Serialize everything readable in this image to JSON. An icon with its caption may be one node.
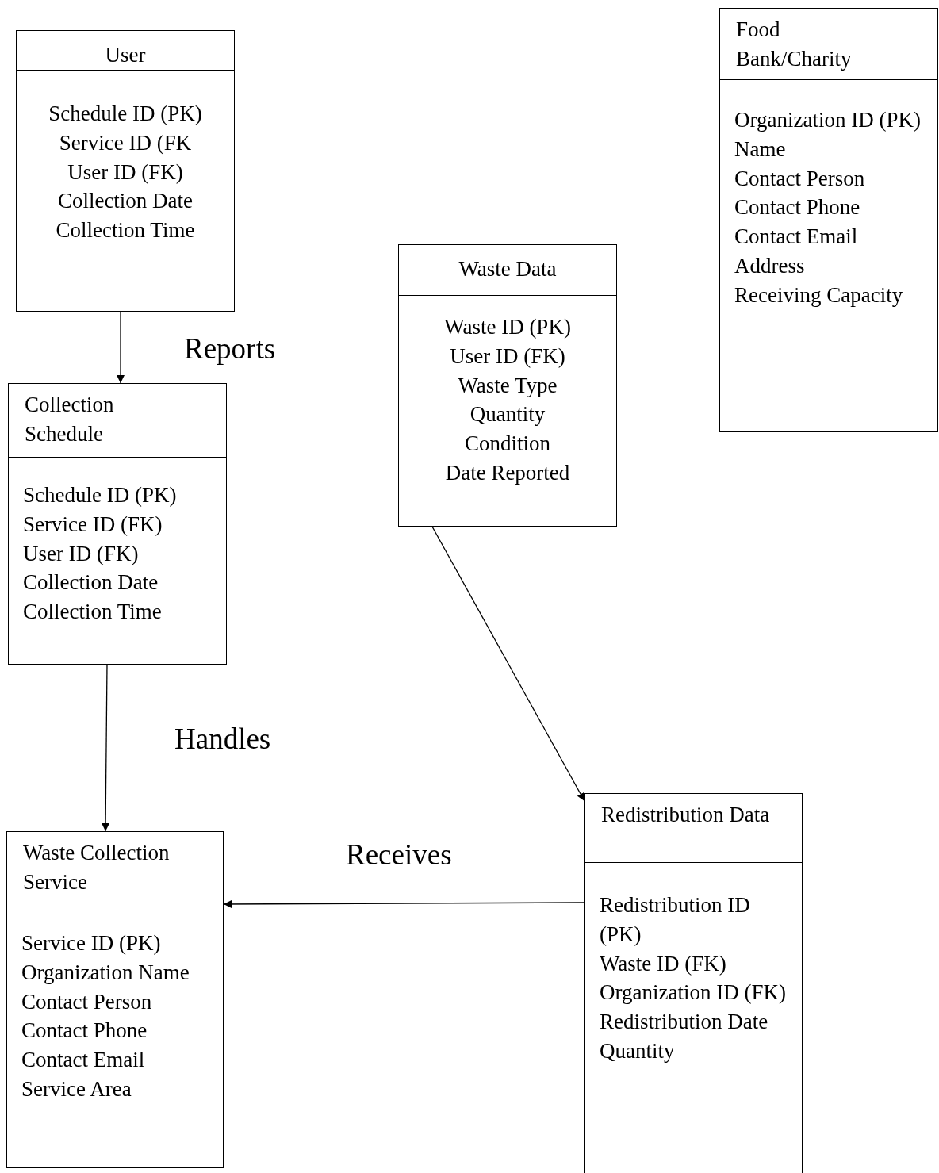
{
  "diagram": {
    "nodes": [
      {
        "text": [
          "User",
          "Schedule ID (PK)",
          "Service ID (FK",
          "User ID (FK)",
          "Collection Date",
          "Collection Time"
        ]
      },
      {
        "text": [
          "Collection Schedule",
          "Schedule ID (PK)",
          "Service ID (FK)",
          "User ID (FK)",
          "Collection Date",
          "Collection Time"
        ]
      },
      {
        "text": [
          "Waste Collection Service",
          "Service ID (PK)",
          "Organization Name",
          "Contact Person",
          "Contact Phone",
          "Contact Email",
          "Service Area"
        ]
      },
      {
        "text": [
          "Waste Data",
          "Waste ID (PK)",
          "User ID (FK)",
          "Waste Type",
          "Quantity",
          "Condition",
          "Date Reported"
        ]
      },
      {
        "text": [
          "Redistribution Data",
          "Redistribution ID (PK)",
          "Waste ID (FK)",
          "Organization ID (FK)",
          "Redistribution Date",
          "Quantity"
        ]
      },
      {
        "text": [
          "Food Bank/Charity",
          "Organization ID (PK)",
          "Name",
          "Contact Person",
          "Contact Phone",
          "Contact Email",
          "Address",
          "Receiving Capacity"
        ]
      }
    ],
    "edges": [
      {
        "from": 0,
        "to": 1,
        "arrow": "to",
        "label": "Reports"
      },
      {
        "from": 1,
        "to": 2,
        "arrow": "to",
        "label": "Handles"
      },
      {
        "from": 3,
        "to": 4,
        "arrow": "to"
      },
      {
        "from": 4,
        "to": 2,
        "arrow": "to",
        "label": "Receives"
      }
    ]
  }
}
